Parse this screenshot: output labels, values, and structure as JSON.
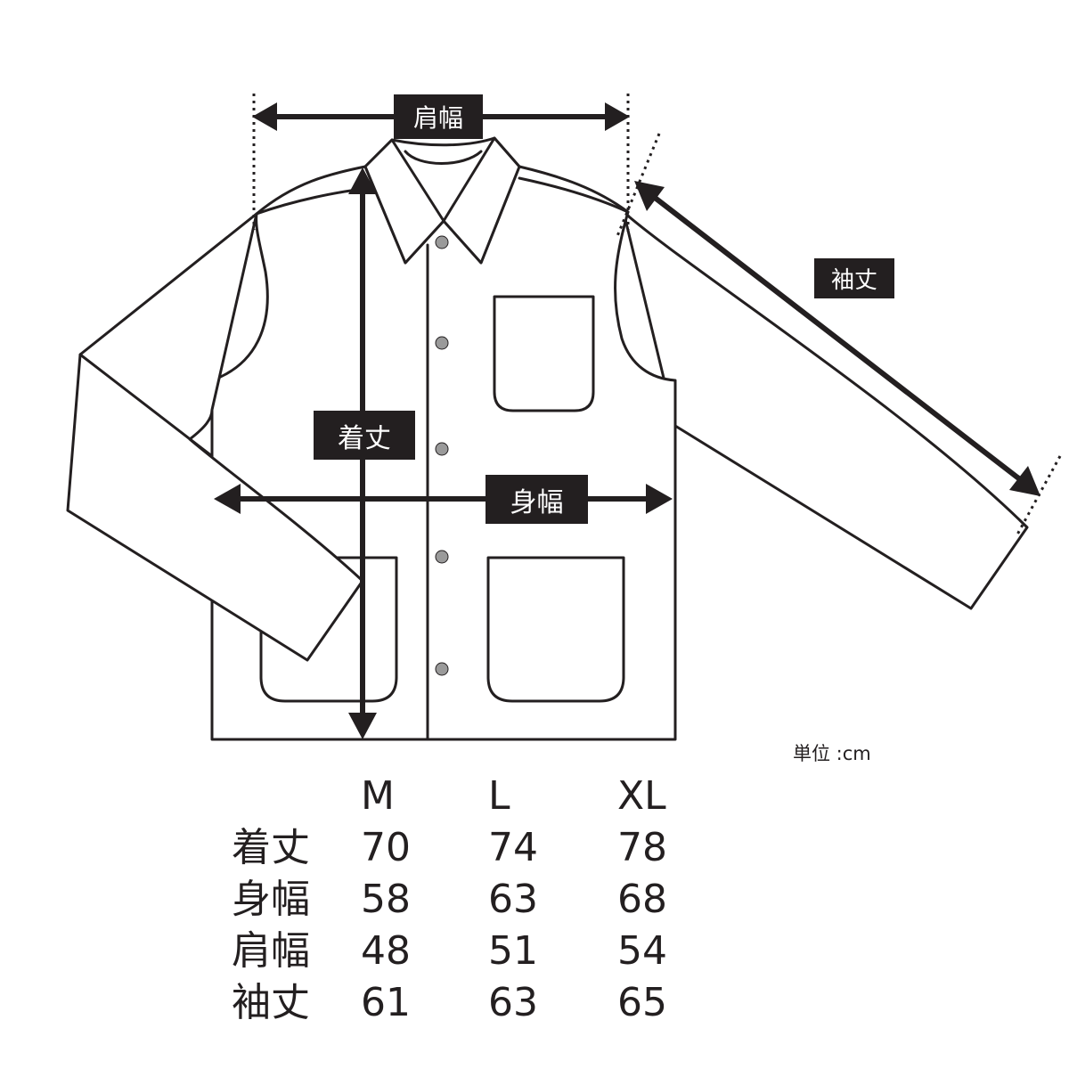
{
  "labels": {
    "shoulder_width": "肩幅",
    "sleeve_length": "袖丈",
    "body_length": "着丈",
    "body_width": "身幅"
  },
  "unit": "単位 :cm",
  "table": {
    "columns": [
      "M",
      "L",
      "XL"
    ],
    "rows": [
      {
        "name": "着丈",
        "values": [
          "70",
          "74",
          "78"
        ]
      },
      {
        "name": "身幅",
        "values": [
          "58",
          "63",
          "68"
        ]
      },
      {
        "name": "肩幅",
        "values": [
          "48",
          "51",
          "54"
        ]
      },
      {
        "name": "袖丈",
        "values": [
          "61",
          "63",
          "65"
        ]
      }
    ]
  },
  "colors": {
    "ink": "#231f20",
    "button": "#9a9a9a",
    "background": "#ffffff"
  }
}
